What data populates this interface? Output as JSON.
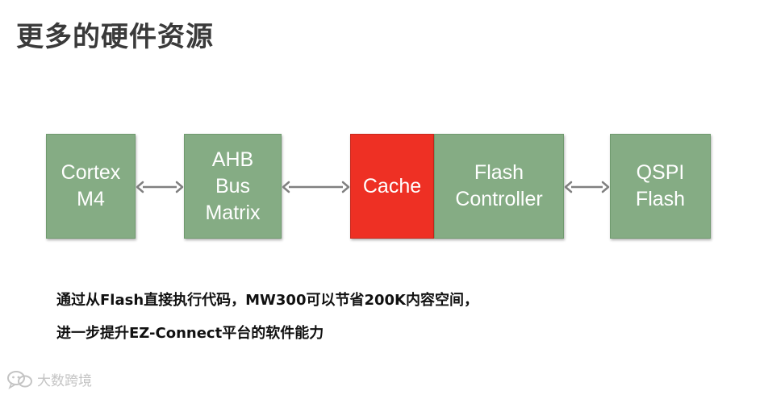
{
  "page": {
    "title": "更多的硬件资源"
  },
  "diagram": {
    "colors": {
      "block": "#85ac84",
      "block_border": "#6f9a6e",
      "cache": "#ee3024",
      "cache_border": "#c8281d",
      "arrow": "#808080"
    },
    "blocks": [
      {
        "id": "cortex-m4",
        "label": "Cortex\nM4"
      },
      {
        "id": "ahb-bus-matrix",
        "label": "AHB\nBus\nMatrix"
      },
      {
        "id": "cache",
        "label": "Cache"
      },
      {
        "id": "flash-controller",
        "label": "Flash\nController"
      },
      {
        "id": "qspi-flash",
        "label": "QSPI\nFlash"
      }
    ],
    "arrows": [
      {
        "from": "cortex-m4",
        "to": "ahb-bus-matrix",
        "style": "bidirectional"
      },
      {
        "from": "ahb-bus-matrix",
        "to": "cache",
        "style": "bidirectional"
      },
      {
        "from": "flash-controller",
        "to": "qspi-flash",
        "style": "bidirectional"
      }
    ]
  },
  "description": {
    "line1": "通过从Flash直接执行代码，MW300可以节省200K内容空间，",
    "line2": "进一步提升EZ-Connect平台的软件能力"
  },
  "watermark": {
    "icon": "wechat-logo-icon",
    "text": "大数跨境"
  }
}
